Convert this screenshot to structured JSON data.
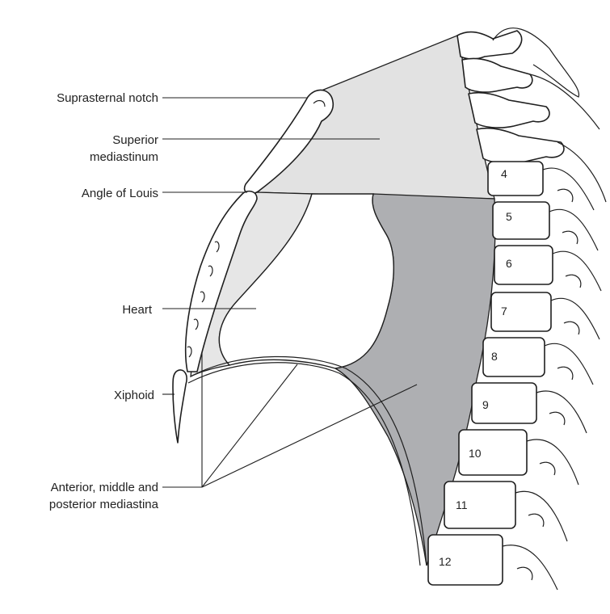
{
  "labels": {
    "suprasternal_notch": "Suprasternal notch",
    "superior_mediastinum_line1": "Superior",
    "superior_mediastinum_line2": "mediastinum",
    "angle_of_louis": "Angle of Louis",
    "heart": "Heart",
    "xiphoid": "Xiphoid",
    "lower_mediastina_line1": "Anterior, middle and",
    "lower_mediastina_line2": "posterior mediastina"
  },
  "vertebrae": [
    "4",
    "5",
    "6",
    "7",
    "8",
    "9",
    "10",
    "11",
    "12"
  ],
  "colors": {
    "superior_region": "#e2e2e2",
    "anterior_middle_region": "#e6e6e6",
    "posterior_region": "#aeafb2",
    "outline": "#1f1f1f",
    "bone": "#ffffff"
  }
}
